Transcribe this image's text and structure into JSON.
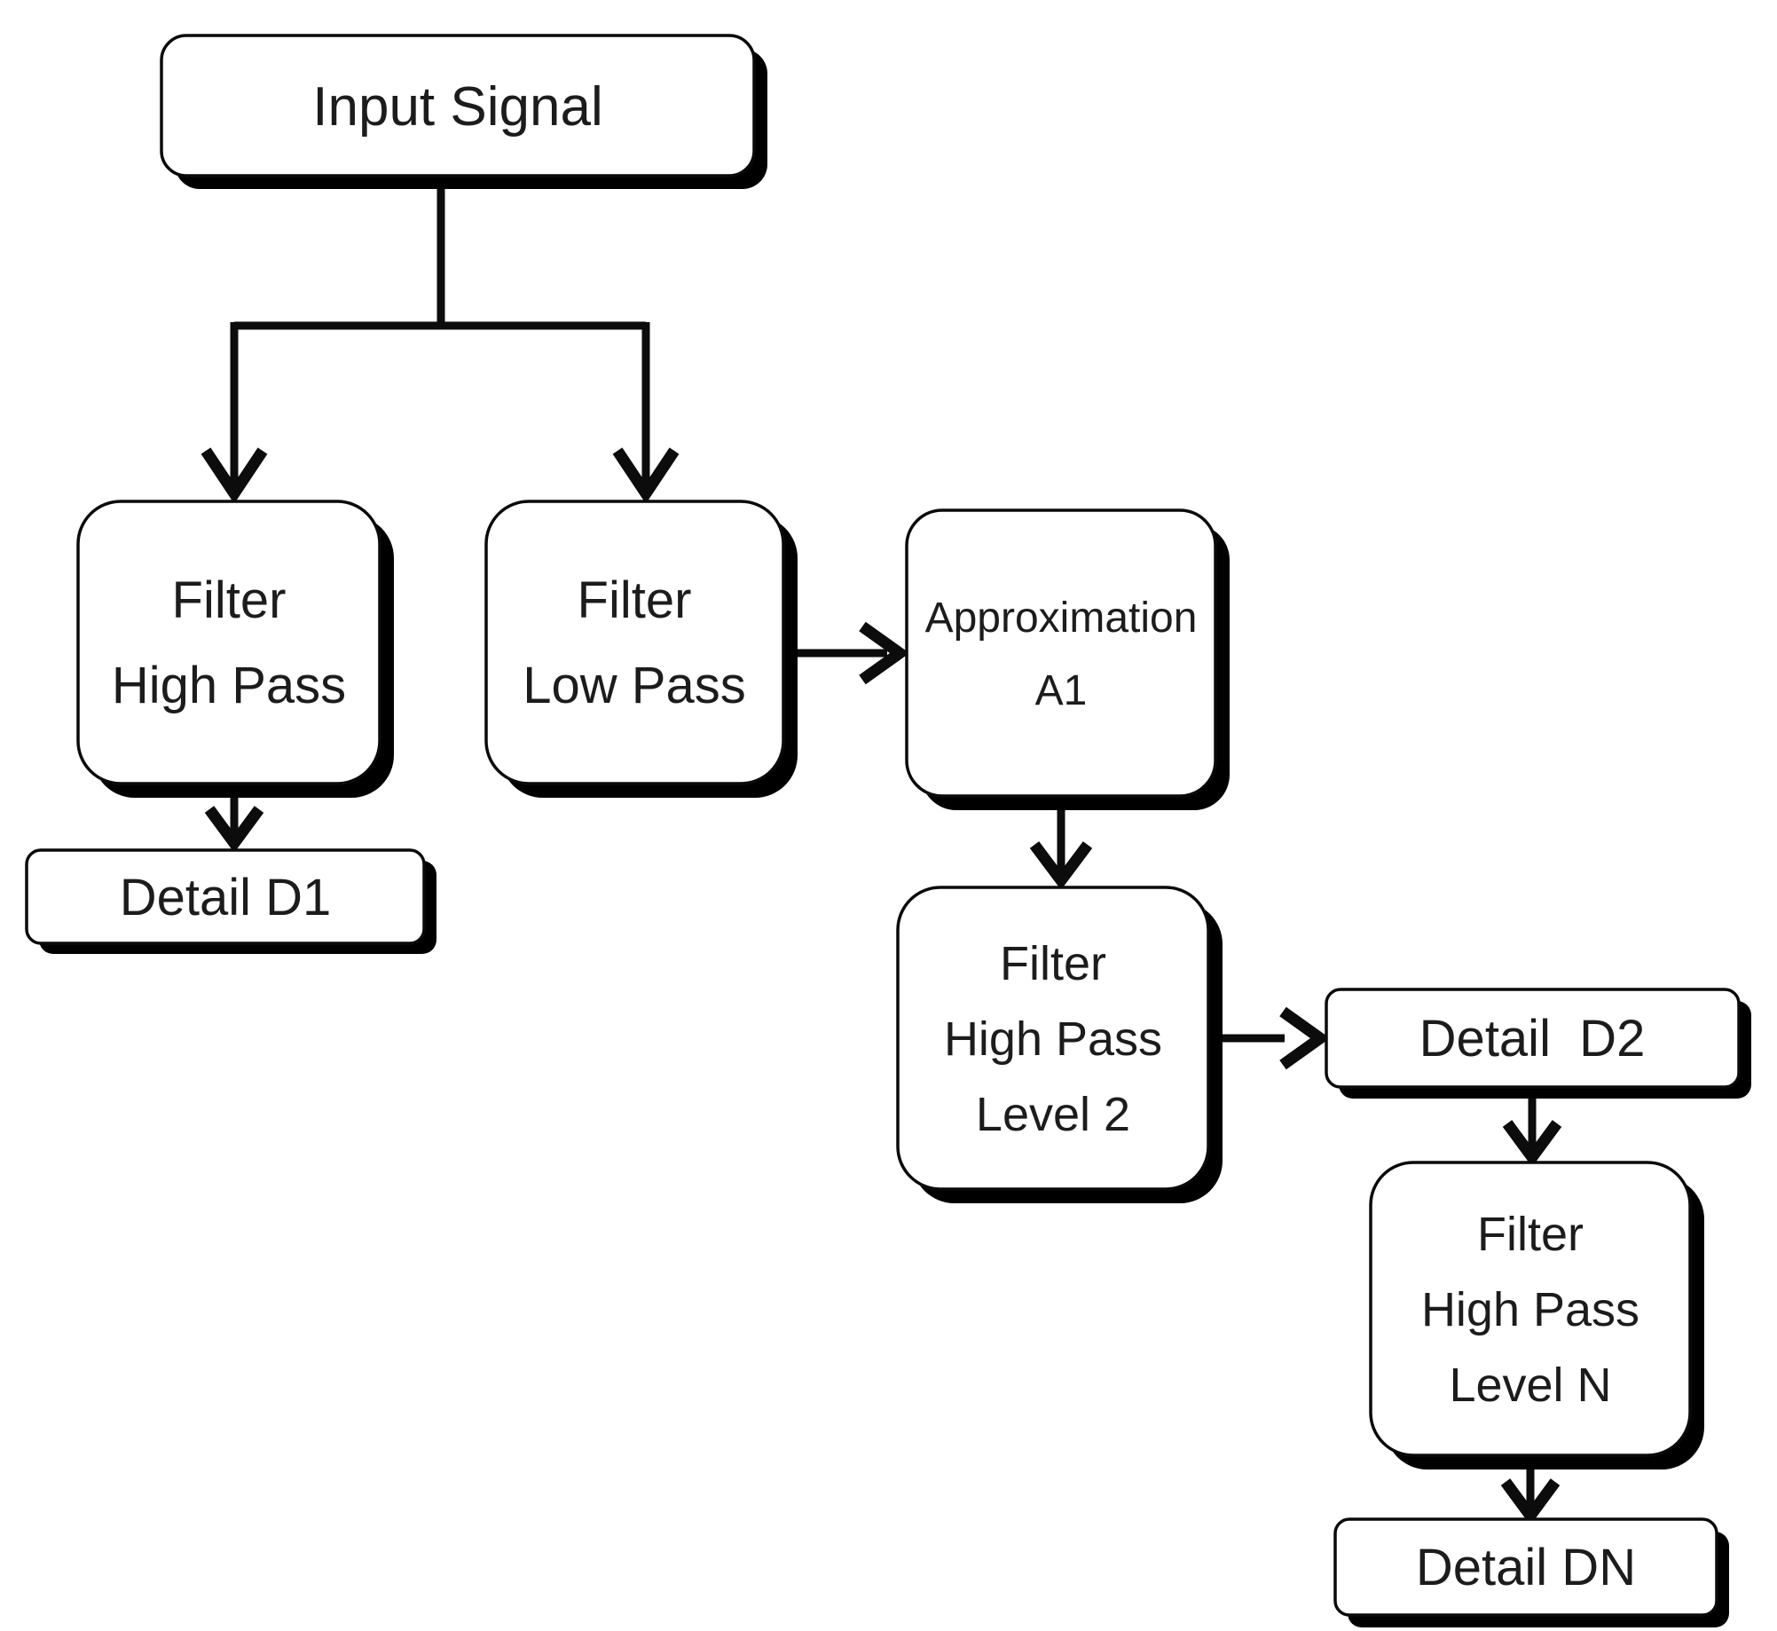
{
  "diagram": {
    "kind": "flowchart",
    "background": "#ffffff",
    "box_fill": "#ffffff",
    "box_border": "#0a0a0a",
    "shadow_color": "#000000",
    "connector_color": "#0c0c0c",
    "text_color": "#1c1c1c",
    "nodes": {
      "input_signal": {
        "lines": [
          "Input Signal"
        ]
      },
      "filter_high_pass": {
        "lines": [
          "Filter",
          "High Pass"
        ]
      },
      "filter_low_pass": {
        "lines": [
          "Filter",
          "Low Pass"
        ]
      },
      "approximation_a1": {
        "lines": [
          "Approximation",
          "A1"
        ]
      },
      "detail_d1": {
        "lines": [
          "Detail D1"
        ]
      },
      "filter_high_pass_level_2": {
        "lines": [
          "Filter",
          "High Pass",
          "Level 2"
        ]
      },
      "detail_d2": {
        "lines": [
          "Detail  D2"
        ]
      },
      "filter_high_pass_level_n": {
        "lines": [
          "Filter",
          "High Pass",
          "Level N"
        ]
      },
      "detail_dn": {
        "lines": [
          "Detail DN"
        ]
      }
    },
    "edges": [
      {
        "from": "input_signal",
        "to": "filter_high_pass"
      },
      {
        "from": "input_signal",
        "to": "filter_low_pass"
      },
      {
        "from": "filter_high_pass",
        "to": "detail_d1"
      },
      {
        "from": "filter_low_pass",
        "to": "approximation_a1"
      },
      {
        "from": "approximation_a1",
        "to": "filter_high_pass_level_2"
      },
      {
        "from": "filter_high_pass_level_2",
        "to": "detail_d2"
      },
      {
        "from": "detail_d2",
        "to": "filter_high_pass_level_n"
      },
      {
        "from": "filter_high_pass_level_n",
        "to": "detail_dn"
      }
    ]
  }
}
